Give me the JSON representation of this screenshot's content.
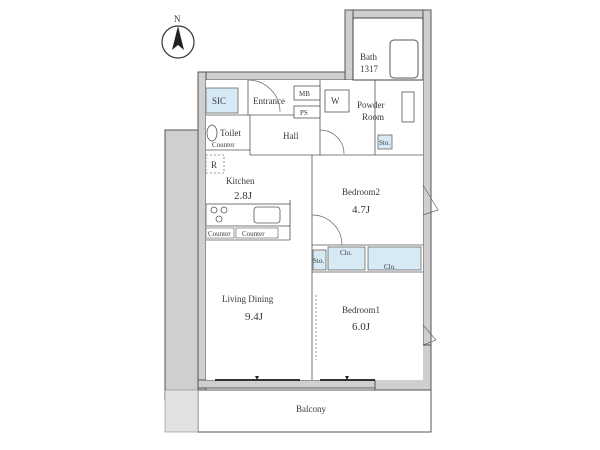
{
  "compass": {
    "label": "N"
  },
  "rooms": {
    "bath": {
      "name": "Bath",
      "size": "1317"
    },
    "sic": {
      "name": "SIC"
    },
    "entrance": {
      "name": "Entrance"
    },
    "mb": {
      "name": "MB"
    },
    "ps": {
      "name": "PS"
    },
    "w": {
      "name": "W"
    },
    "powder": {
      "name_line1": "Powder",
      "name_line2": "Room"
    },
    "sto_small": {
      "name": "Sto."
    },
    "toilet": {
      "name": "Toilet"
    },
    "counter_toilet": {
      "name": "Counter"
    },
    "hall": {
      "name": "Hall"
    },
    "r": {
      "name": "R"
    },
    "kitchen": {
      "name": "Kitchen",
      "size": "2.8J"
    },
    "counter1": {
      "name": "Counter"
    },
    "counter2": {
      "name": "Counter"
    },
    "bedroom2": {
      "name": "Bedroom2",
      "size": "4.7J"
    },
    "clo1": {
      "name": "Clo."
    },
    "clo2": {
      "name": "Clo."
    },
    "sto_bed": {
      "name": "Sto."
    },
    "living": {
      "name": "Living Dining",
      "size": "9.4J"
    },
    "bedroom1": {
      "name": "Bedroom1",
      "size": "6.0J"
    },
    "balcony": {
      "name": "Balcony"
    }
  },
  "colors": {
    "storage_fill": "#d6e9f5",
    "wall_fill": "#cfcfcf"
  }
}
